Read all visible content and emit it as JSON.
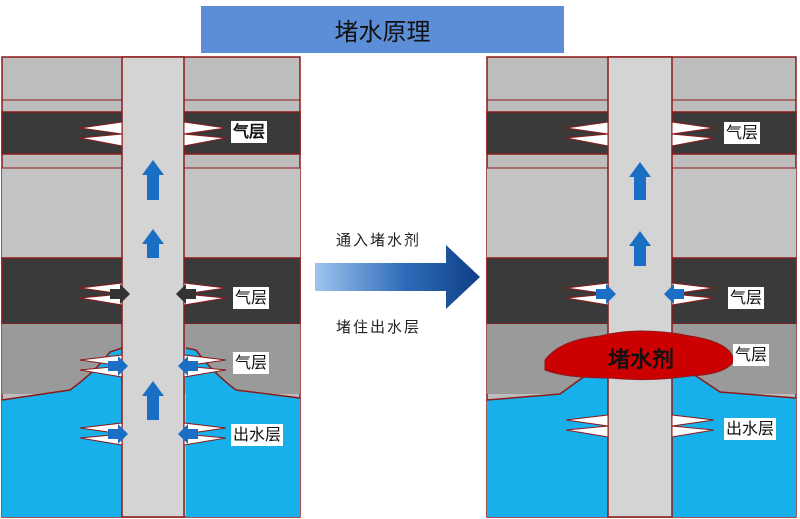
{
  "title": "堵水原理",
  "left_panel": {
    "labels": {
      "gas_layer_1": "气层",
      "gas_layer_2": "气层",
      "gas_layer_3": "气层",
      "water_layer": "出水层"
    }
  },
  "middle": {
    "step_top": "通入堵水剂",
    "step_bottom": "堵住出水层"
  },
  "right_panel": {
    "labels": {
      "gas_layer_1": "气层",
      "gas_layer_2": "气层",
      "gas_layer_3": "气层",
      "water_layer": "出水层"
    },
    "plug_label": "堵水剂"
  },
  "colors": {
    "title_bg": "#5b8ed6",
    "rock_light": "#bdbdbd",
    "rock_mid": "#9a9a9a",
    "gas_layer_dark": "#3a3a3a",
    "water": "#17b0ea",
    "flow_arrow": "#1a6fc4",
    "plug": "#cc0000",
    "outline": "#8b1a1a",
    "wellbore": "#d4d4d4"
  }
}
